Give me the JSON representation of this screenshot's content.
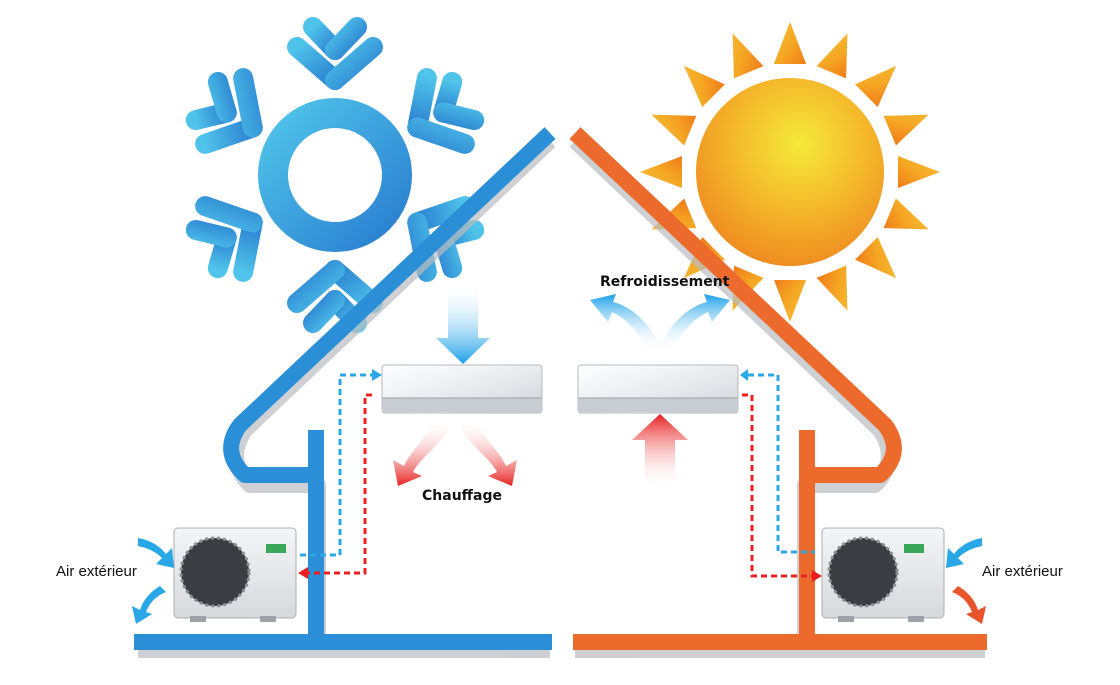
{
  "labels": {
    "cooling": "Refroidissement",
    "heating": "Chauffage",
    "outdoor_air_left": "Air extérieur",
    "outdoor_air_right": "Air extérieur"
  },
  "colors": {
    "cold_house": "#2b8fd8",
    "warm_house": "#ec6a2c",
    "snowflake": "#3a9ed8",
    "sun": "#f5a623",
    "hot_air": "#e82020",
    "cold_air": "#2aa7e6",
    "refrigerant_cold": "#2aa7e6",
    "refrigerant_hot": "#e82020"
  },
  "icons": [
    "snowflake-icon",
    "sun-icon",
    "indoor-unit",
    "outdoor-unit"
  ]
}
